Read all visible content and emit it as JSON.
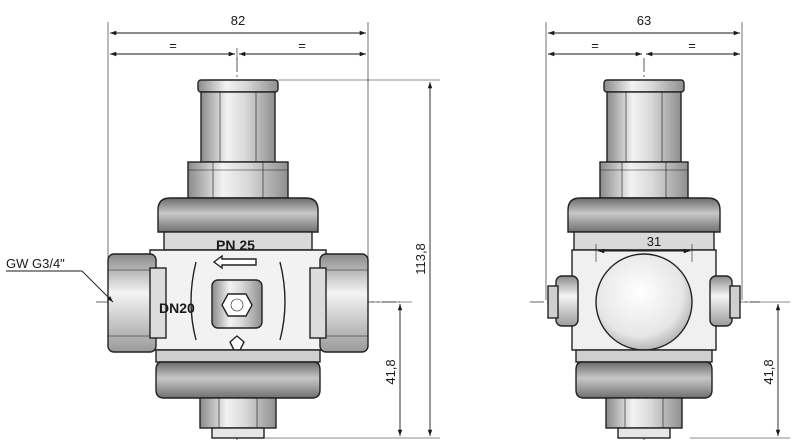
{
  "front_view": {
    "width_dim": "82",
    "half_left": "=",
    "half_right": "=",
    "height_dim": "113,8",
    "axis_height_dim": "41,8",
    "thread_label": "GW G3/4\"",
    "pressure_label": "PN 25",
    "size_label": "DN20"
  },
  "side_view": {
    "width_dim": "63",
    "half_left": "=",
    "half_right": "=",
    "body_width_dim": "31",
    "axis_height_dim": "41,8"
  }
}
